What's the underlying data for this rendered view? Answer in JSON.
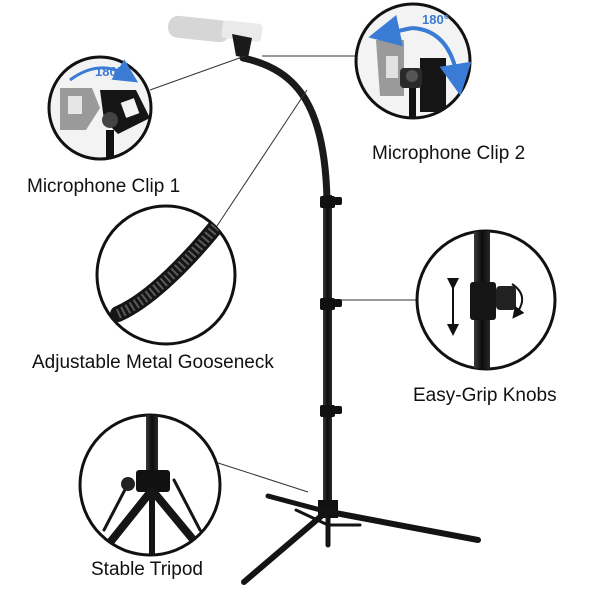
{
  "labels": {
    "clip1": "Microphone Clip 1",
    "clip2": "Microphone Clip 2",
    "gooseneck": "Adjustable Metal Gooseneck",
    "knobs": "Easy-Grip Knobs",
    "tripod": "Stable Tripod"
  },
  "rotation": {
    "clip1": "180°",
    "clip2": "180°"
  },
  "colors": {
    "stand": "#141414",
    "rotation_arrow": "#3a7bd5",
    "clip_ghost": "#9a9a9a",
    "callout_ring": "#111111"
  }
}
